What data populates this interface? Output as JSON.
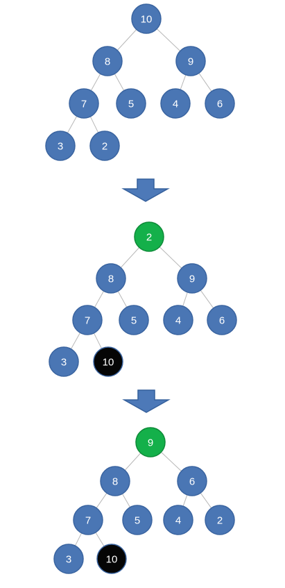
{
  "colors": {
    "node_default": "#4a76b4",
    "node_default_stroke": "#3a64a0",
    "node_highlight": "#14b04a",
    "node_highlight_stroke": "#0e8a38",
    "node_removed": "#050505",
    "node_removed_stroke": "#3a64a0",
    "edge": "#b7b7b7",
    "arrow_fill": "#4d79b8",
    "arrow_stroke": "#35609c"
  },
  "trees": [
    {
      "nodes": [
        {
          "id": "t1-n1",
          "label": "10",
          "state": "default"
        },
        {
          "id": "t1-n2",
          "label": "8",
          "state": "default"
        },
        {
          "id": "t1-n3",
          "label": "9",
          "state": "default"
        },
        {
          "id": "t1-n4",
          "label": "7",
          "state": "default"
        },
        {
          "id": "t1-n5",
          "label": "5",
          "state": "default"
        },
        {
          "id": "t1-n6",
          "label": "4",
          "state": "default"
        },
        {
          "id": "t1-n7",
          "label": "6",
          "state": "default"
        },
        {
          "id": "t1-n8",
          "label": "3",
          "state": "default"
        },
        {
          "id": "t1-n9",
          "label": "2",
          "state": "default"
        }
      ],
      "edges": [
        [
          "t1-n1",
          "t1-n2"
        ],
        [
          "t1-n1",
          "t1-n3"
        ],
        [
          "t1-n2",
          "t1-n4"
        ],
        [
          "t1-n2",
          "t1-n5"
        ],
        [
          "t1-n3",
          "t1-n6"
        ],
        [
          "t1-n3",
          "t1-n7"
        ],
        [
          "t1-n4",
          "t1-n8"
        ],
        [
          "t1-n4",
          "t1-n9"
        ]
      ]
    },
    {
      "nodes": [
        {
          "id": "t2-n1",
          "label": "2",
          "state": "highlight"
        },
        {
          "id": "t2-n2",
          "label": "8",
          "state": "default"
        },
        {
          "id": "t2-n3",
          "label": "9",
          "state": "default"
        },
        {
          "id": "t2-n4",
          "label": "7",
          "state": "default"
        },
        {
          "id": "t2-n5",
          "label": "5",
          "state": "default"
        },
        {
          "id": "t2-n6",
          "label": "4",
          "state": "default"
        },
        {
          "id": "t2-n7",
          "label": "6",
          "state": "default"
        },
        {
          "id": "t2-n8",
          "label": "3",
          "state": "default"
        },
        {
          "id": "t2-n9",
          "label": "10",
          "state": "removed"
        }
      ],
      "edges": [
        [
          "t2-n1",
          "t2-n2"
        ],
        [
          "t2-n1",
          "t2-n3"
        ],
        [
          "t2-n2",
          "t2-n4"
        ],
        [
          "t2-n2",
          "t2-n5"
        ],
        [
          "t2-n3",
          "t2-n6"
        ],
        [
          "t2-n3",
          "t2-n7"
        ],
        [
          "t2-n4",
          "t2-n8"
        ],
        [
          "t2-n4",
          "t2-n9"
        ]
      ]
    },
    {
      "nodes": [
        {
          "id": "t3-n1",
          "label": "9",
          "state": "highlight"
        },
        {
          "id": "t3-n2",
          "label": "8",
          "state": "default"
        },
        {
          "id": "t3-n3",
          "label": "6",
          "state": "default"
        },
        {
          "id": "t3-n4",
          "label": "7",
          "state": "default"
        },
        {
          "id": "t3-n5",
          "label": "5",
          "state": "default"
        },
        {
          "id": "t3-n6",
          "label": "4",
          "state": "default"
        },
        {
          "id": "t3-n7",
          "label": "2",
          "state": "default"
        },
        {
          "id": "t3-n8",
          "label": "3",
          "state": "default"
        },
        {
          "id": "t3-n9",
          "label": "10",
          "state": "removed"
        }
      ],
      "edges": [
        [
          "t3-n1",
          "t3-n2"
        ],
        [
          "t3-n1",
          "t3-n3"
        ],
        [
          "t3-n2",
          "t3-n4"
        ],
        [
          "t3-n2",
          "t3-n5"
        ],
        [
          "t3-n3",
          "t3-n6"
        ],
        [
          "t3-n3",
          "t3-n7"
        ],
        [
          "t3-n4",
          "t3-n8"
        ],
        [
          "t3-n4",
          "t3-n9"
        ]
      ]
    }
  ],
  "arrows": [
    {
      "icon": "down-arrow-icon"
    },
    {
      "icon": "down-arrow-icon"
    }
  ]
}
